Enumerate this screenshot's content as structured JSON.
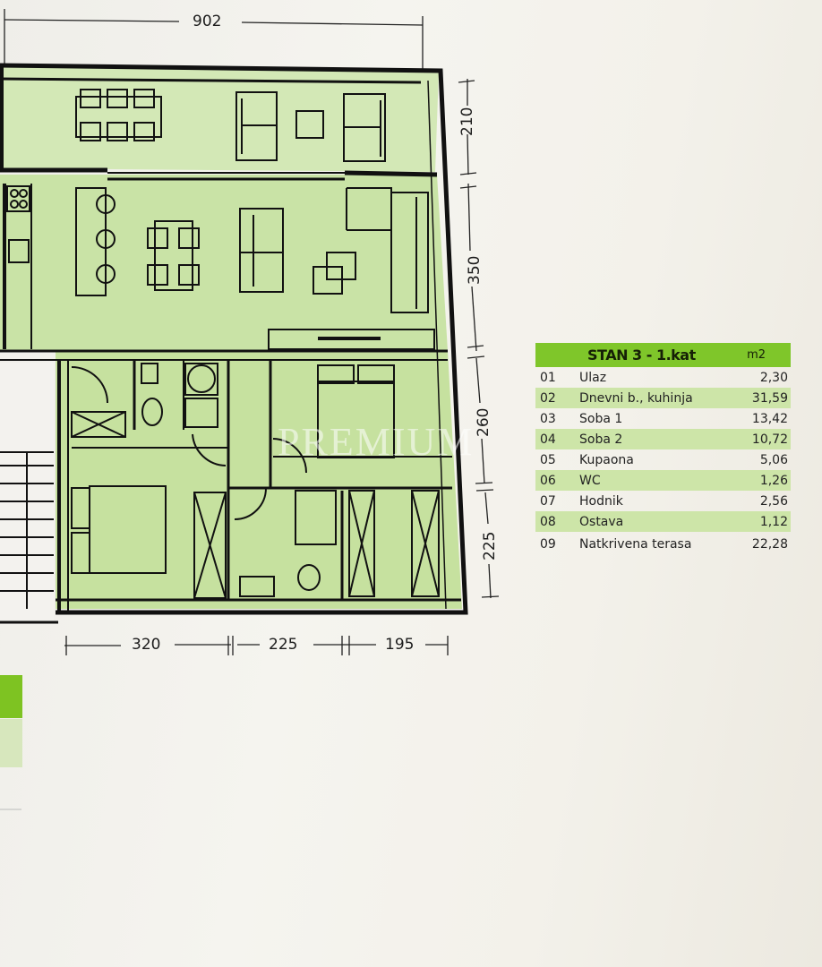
{
  "floorplan": {
    "dimensions": {
      "top_width": "902",
      "right": [
        "210",
        "350",
        "260",
        "225"
      ],
      "bottom": [
        "320",
        "225",
        "195"
      ]
    },
    "watermark": "PREMIUM",
    "colors": {
      "room_fill": "#c9e3a6",
      "terrace_fill": "#d4e9b7",
      "wall": "#111111",
      "header_green": "#7fc62a",
      "row_alt_green": "#cde5a8"
    }
  },
  "room_table": {
    "title": "STAN 3 - 1.kat",
    "unit": "m2",
    "rows": [
      {
        "num": "01",
        "name": "Ulaz",
        "area": "2,30"
      },
      {
        "num": "02",
        "name": "Dnevni b., kuhinja",
        "area": "31,59"
      },
      {
        "num": "03",
        "name": "Soba 1",
        "area": "13,42"
      },
      {
        "num": "04",
        "name": "Soba 2",
        "area": "10,72"
      },
      {
        "num": "05",
        "name": "Kupaona",
        "area": "5,06"
      },
      {
        "num": "06",
        "name": "WC",
        "area": "1,26"
      },
      {
        "num": "07",
        "name": "Hodnik",
        "area": "2,56"
      },
      {
        "num": "08",
        "name": "Ostava",
        "area": "1,12"
      },
      {
        "num": "09",
        "name": "Natkrivena terasa",
        "area": "22,28"
      }
    ]
  }
}
